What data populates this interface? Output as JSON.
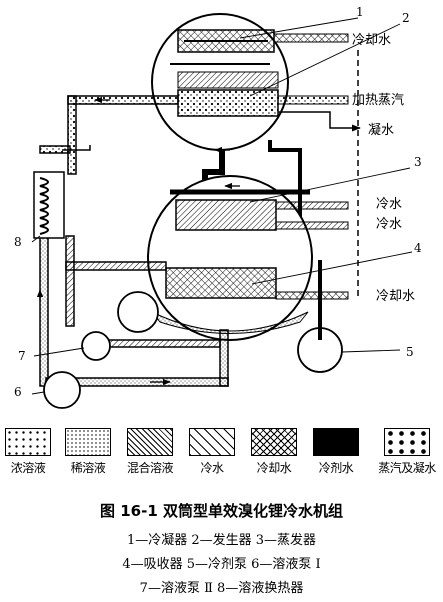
{
  "component_numbers": [
    "1",
    "2",
    "3",
    "4",
    "5",
    "6",
    "7",
    "8"
  ],
  "labels": {
    "cooling_water_1": "冷却水",
    "heating_steam": "加热蒸汽",
    "condensate": "凝水",
    "chilled_water_in": "冷水",
    "chilled_water_out": "冷水",
    "cooling_water_2": "冷却水"
  },
  "legend": [
    {
      "name": "浓溶液",
      "pattern": "dots"
    },
    {
      "name": "稀溶液",
      "pattern": "fine-dots"
    },
    {
      "name": "混合溶液",
      "pattern": "hatch"
    },
    {
      "name": "冷水",
      "pattern": "wide-hatch"
    },
    {
      "name": "冷却水",
      "pattern": "crosshatch"
    },
    {
      "name": "冷剂水",
      "pattern": "solid"
    },
    {
      "name": "蒸汽及凝水",
      "pattern": "blobs"
    }
  ],
  "caption": {
    "title": "图 16-1    双筒型单效溴化锂冷水机组",
    "lines": [
      "1—冷凝器   2—发生器   3—蒸发器",
      "4—吸收器   5—冷剂泵   6—溶液泵 Ⅰ",
      "7—溶液泵 Ⅱ   8—溶液换热器"
    ]
  }
}
